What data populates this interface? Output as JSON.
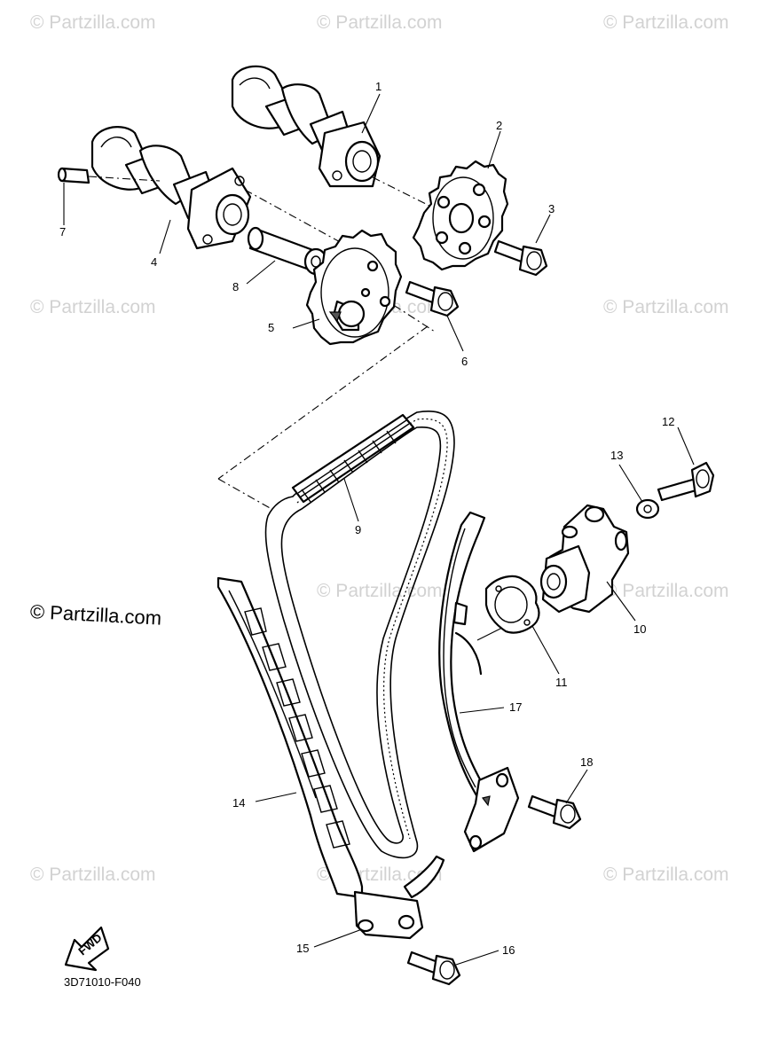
{
  "watermark_text": "© Partzilla.com",
  "brand_watermark": "© Partzilla.com",
  "diagram_code": "3D71010-F040",
  "fwd_label": "FWD",
  "callouts": [
    "1",
    "2",
    "3",
    "4",
    "5",
    "6",
    "7",
    "8",
    "9",
    "10",
    "11",
    "12",
    "13",
    "14",
    "15",
    "16",
    "17",
    "18"
  ]
}
